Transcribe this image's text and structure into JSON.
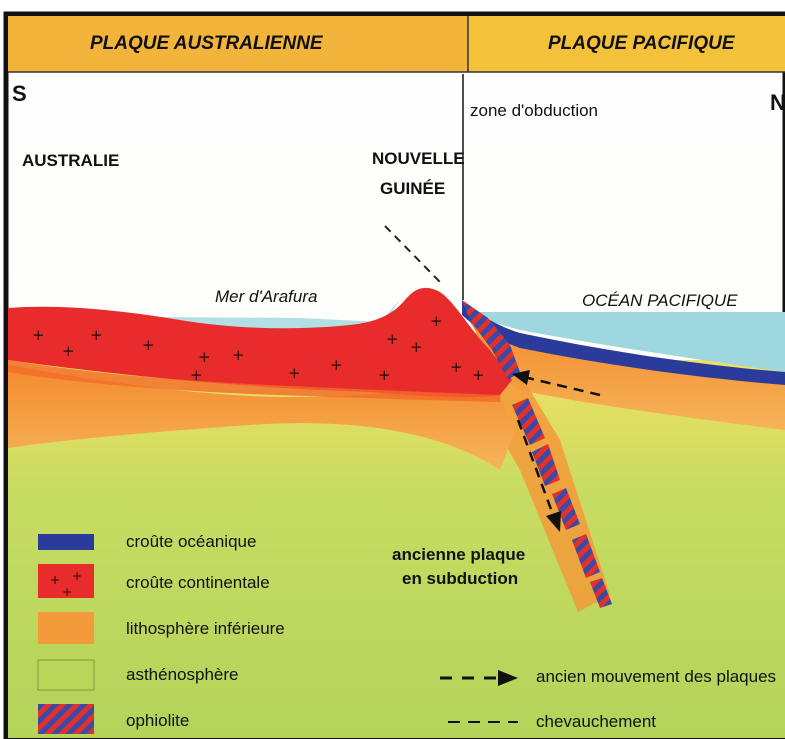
{
  "header": {
    "left_title": "PLAQUE AUSTRALIENNE",
    "right_title": "PLAQUE PACIFIQUE"
  },
  "compass": {
    "south": "S",
    "north": "N"
  },
  "labels": {
    "zone": "zone d'obduction",
    "australie": "AUSTRALIE",
    "nouvelle_1": "NOUVELLE",
    "nouvelle_2": "GUINÉE",
    "mer": "Mer d'Arafura",
    "ocean": "OCÉAN PACIFIQUE",
    "subduction_1": "ancienne plaque",
    "subduction_2": "en subduction"
  },
  "legend": [
    {
      "key": "oceanic",
      "label": "croûte océanique"
    },
    {
      "key": "continental",
      "label": "croûte continentale"
    },
    {
      "key": "lower",
      "label": "lithosphère inférieure"
    },
    {
      "key": "astheno",
      "label": "asthénosphère"
    },
    {
      "key": "ophiolite",
      "label": "ophiolite"
    }
  ],
  "arrow_legend": {
    "movement": "ancien mouvement des plaques",
    "thrust": "chevauchement"
  },
  "colors": {
    "header": "#f2b43a",
    "continental": "#ea2a2a",
    "oceanic": "#2b3b9c",
    "lithosphere": "#f39a3a",
    "asthenosphere": "#b9d65a",
    "sea": "#9fd7de"
  }
}
